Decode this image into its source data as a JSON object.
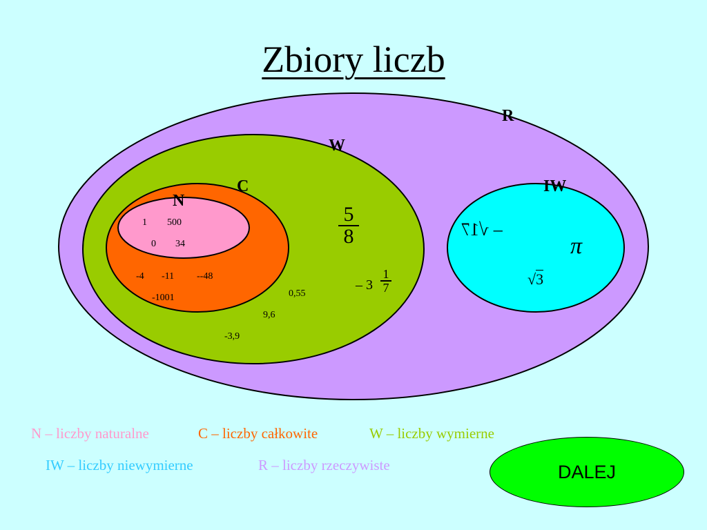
{
  "title": "Zbiory liczb",
  "sets": {
    "R": {
      "label": "R",
      "color": "#cc99ff"
    },
    "W": {
      "label": "W",
      "color": "#99cc00"
    },
    "C": {
      "label": "C",
      "color": "#ff6600"
    },
    "N": {
      "label": "N",
      "color": "#ff99cc"
    },
    "IW": {
      "label": "IW",
      "color": "#00ffff"
    }
  },
  "natural_numbers": [
    "1",
    "500",
    "0",
    "34"
  ],
  "integers": [
    "-4",
    "-11",
    "--48",
    "-1001"
  ],
  "rationals": {
    "fraction_num": "5",
    "fraction_den": "8",
    "mixed_sign": "– 3",
    "mixed_num": "1",
    "mixed_den": "7",
    "decimals": [
      "0,55",
      "9,6",
      "-3,9"
    ]
  },
  "irrationals": {
    "root17": "– √17",
    "pi": "π",
    "sqrt3_radical": "√",
    "sqrt3_value": "3"
  },
  "legend": [
    {
      "text": "N – liczby naturalne",
      "color": "#ff99cc"
    },
    {
      "text": "C – liczby całkowite",
      "color": "#ff6600"
    },
    {
      "text": "W – liczby wymierne",
      "color": "#99cc00"
    },
    {
      "text": "IW – liczby niewymierne",
      "color": "#33ccff"
    },
    {
      "text": "R – liczby rzeczywiste",
      "color": "#cc99ff"
    }
  ],
  "button": {
    "label": "DALEJ"
  }
}
